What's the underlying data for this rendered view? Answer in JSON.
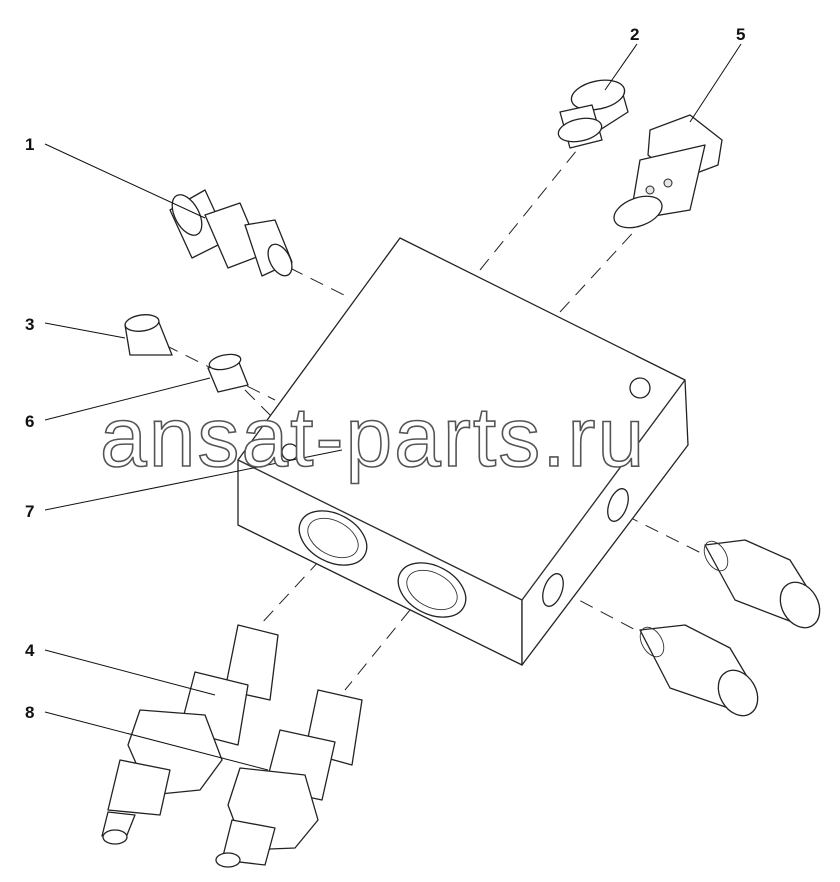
{
  "callouts": [
    {
      "id": "1",
      "label": "1"
    },
    {
      "id": "2",
      "label": "2"
    },
    {
      "id": "3",
      "label": "3"
    },
    {
      "id": "4",
      "label": "4"
    },
    {
      "id": "5",
      "label": "5"
    },
    {
      "id": "6",
      "label": "6"
    },
    {
      "id": "7",
      "label": "7"
    },
    {
      "id": "8",
      "label": "8"
    }
  ],
  "watermark": "ansat-parts.ru"
}
